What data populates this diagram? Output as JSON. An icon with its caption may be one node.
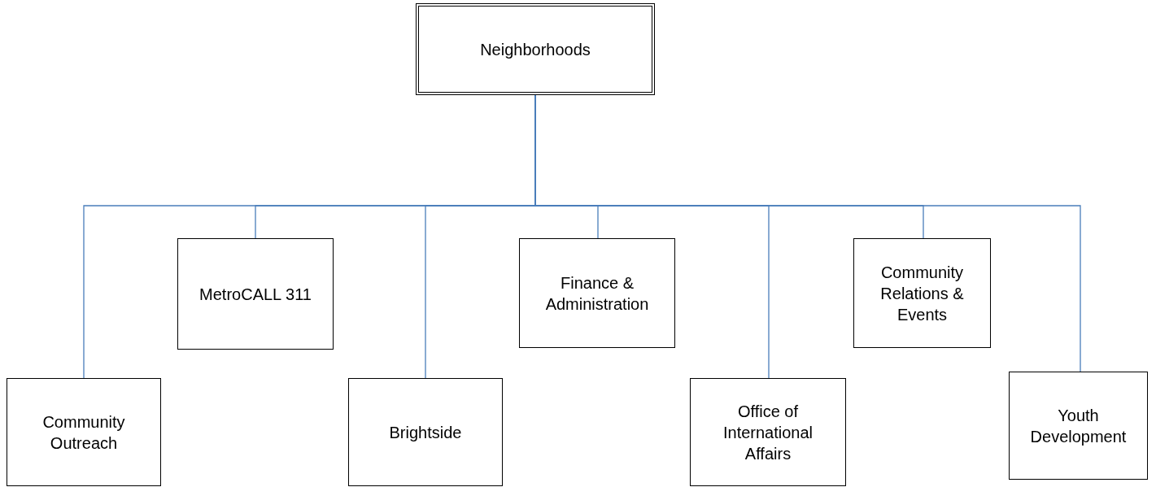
{
  "diagram": {
    "nodes": [
      {
        "text": [
          "Neighborhoods"
        ]
      },
      {
        "text": [
          "Community Outreach"
        ]
      },
      {
        "text": [
          "MetroCALL 311"
        ]
      },
      {
        "text": [
          "Brightside"
        ]
      },
      {
        "text": [
          "Finance & Administration"
        ]
      },
      {
        "text": [
          "Office of International Affairs"
        ]
      },
      {
        "text": [
          "Community Relations & Events"
        ]
      },
      {
        "text": [
          "Youth Development"
        ]
      }
    ],
    "edges": [
      {
        "from": 0,
        "to": 1,
        "arrow": "none"
      },
      {
        "from": 0,
        "to": 2,
        "arrow": "none"
      },
      {
        "from": 0,
        "to": 3,
        "arrow": "none"
      },
      {
        "from": 0,
        "to": 4,
        "arrow": "none"
      },
      {
        "from": 0,
        "to": 5,
        "arrow": "none"
      },
      {
        "from": 0,
        "to": 6,
        "arrow": "none"
      },
      {
        "from": 0,
        "to": 7,
        "arrow": "none"
      }
    ]
  }
}
